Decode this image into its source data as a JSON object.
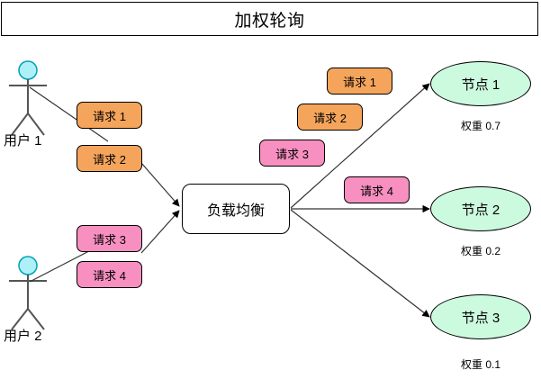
{
  "header": {
    "title": "加权轮询"
  },
  "colors": {
    "request_orange": "#f5a55b",
    "request_pink": "#f78fc0",
    "node_green": "#ccfadf",
    "actor_head": "#aef0f7",
    "stroke": "#000000",
    "background": "#ffffff"
  },
  "actors": [
    {
      "id": "user-1",
      "label": "用户 1"
    },
    {
      "id": "user-2",
      "label": "用户 2"
    }
  ],
  "incoming_requests": [
    {
      "id": "req-in-1",
      "label": "请求 1",
      "color": "orange",
      "source": "用户 1"
    },
    {
      "id": "req-in-2",
      "label": "请求 2",
      "color": "orange",
      "source": "用户 1"
    },
    {
      "id": "req-in-3",
      "label": "请求 3",
      "color": "pink",
      "source": "用户 2"
    },
    {
      "id": "req-in-4",
      "label": "请求 4",
      "color": "pink",
      "source": "用户 2"
    }
  ],
  "balancer": {
    "label": "负载均衡"
  },
  "outgoing_requests": [
    {
      "id": "req-out-1",
      "label": "请求 1",
      "color": "orange",
      "target": "节点 1"
    },
    {
      "id": "req-out-2",
      "label": "请求 2",
      "color": "orange",
      "target": "节点 1"
    },
    {
      "id": "req-out-3",
      "label": "请求 3",
      "color": "pink",
      "target": "节点 1"
    },
    {
      "id": "req-out-4",
      "label": "请求 4",
      "color": "pink",
      "target": "节点 2"
    }
  ],
  "nodes": [
    {
      "id": "node-1",
      "label": "节点 1",
      "weight_label": "权重 0.7",
      "weight": 0.7
    },
    {
      "id": "node-2",
      "label": "节点 2",
      "weight_label": "权重 0.2",
      "weight": 0.2
    },
    {
      "id": "node-3",
      "label": "节点 3",
      "weight_label": "权重 0.1",
      "weight": 0.1
    }
  ]
}
